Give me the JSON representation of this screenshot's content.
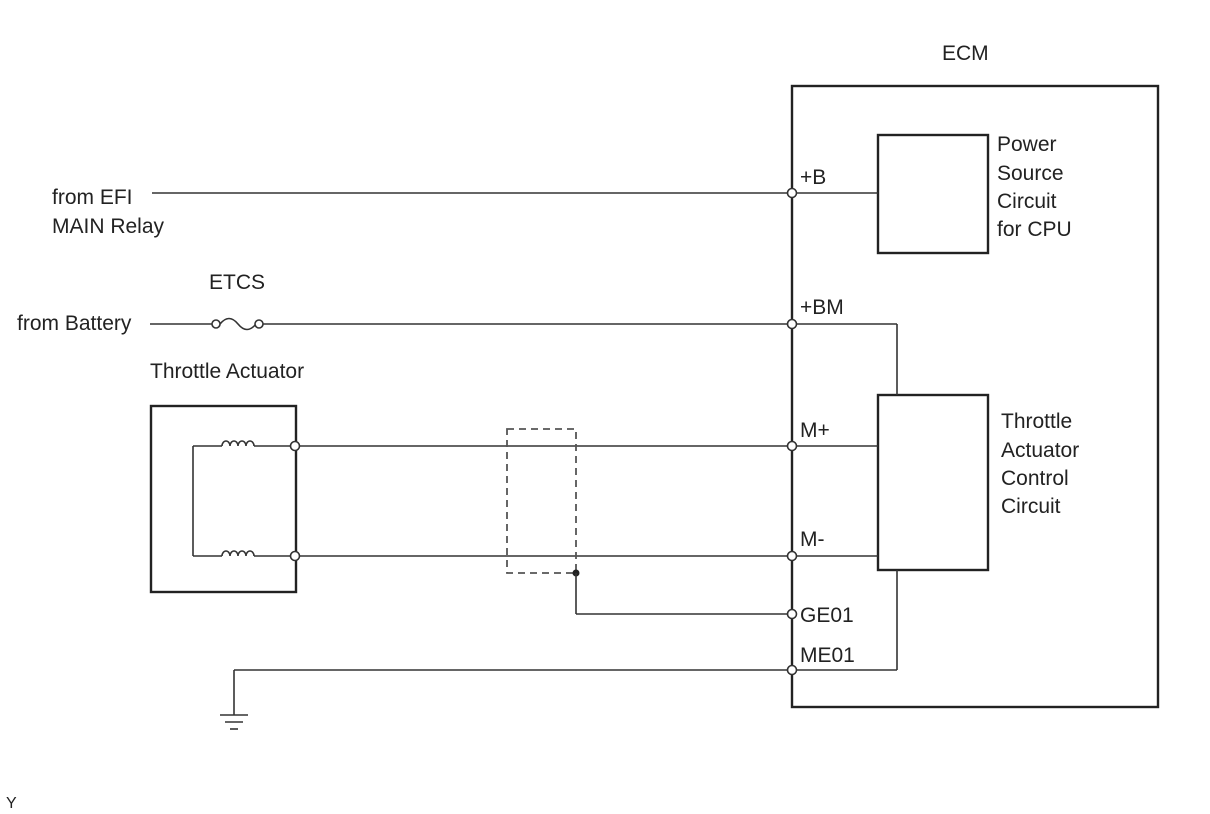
{
  "labels": {
    "ecm": "ECM",
    "power_source": [
      "Power",
      "Source",
      "Circuit",
      "for CPU"
    ],
    "from_efi": [
      "from EFI",
      "MAIN Relay"
    ],
    "etcs": "ETCS",
    "from_battery": "from Battery",
    "throttle_actuator": "Throttle Actuator",
    "throttle_control": [
      "Throttle",
      "Actuator",
      "Control",
      "Circuit"
    ],
    "corner_mark": "Y"
  },
  "terminals": {
    "b": "+B",
    "bm": "+BM",
    "m_plus": "M+",
    "m_minus": "M-",
    "ge01": "GE01",
    "me01": "ME01"
  },
  "colors": {
    "line": "#333333",
    "text": "#222222",
    "background": "#ffffff"
  }
}
